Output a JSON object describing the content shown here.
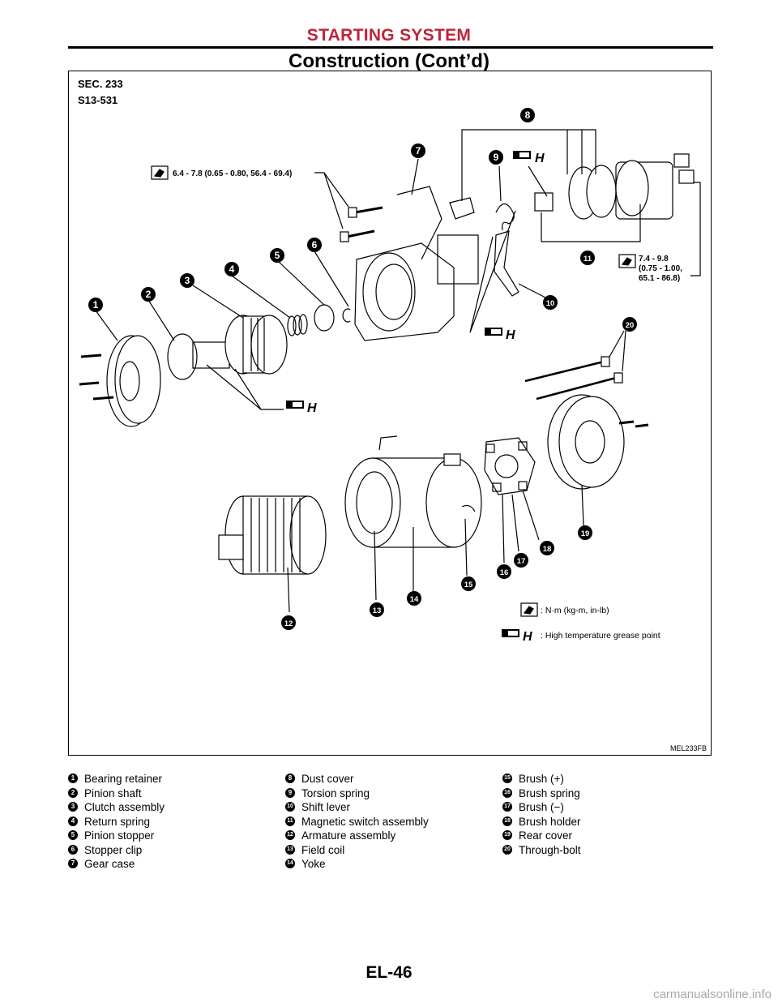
{
  "header": {
    "section": "STARTING SYSTEM",
    "title": "Construction (Cont’d)"
  },
  "figure": {
    "sec": "SEC. 233",
    "ref": "S13-531",
    "code": "MEL233FB",
    "torque_bolts": "6.4 - 7.8 (0.65 - 0.80, 56.4 - 69.4)",
    "torque_switch": [
      "7.4 - 9.8",
      "(0.75 - 1.00,",
      "65.1 - 86.8)"
    ],
    "legend_torque": ": N·m (kg-m, in-lb)",
    "legend_grease": ": High temperature grease point",
    "callouts": [
      "1",
      "2",
      "3",
      "4",
      "5",
      "6",
      "7",
      "8",
      "9",
      "10",
      "11",
      "12",
      "13",
      "14",
      "15",
      "16",
      "17",
      "18",
      "19",
      "20"
    ],
    "grease_letter": "H"
  },
  "parts": [
    {
      "num": "1",
      "name": "Bearing retainer"
    },
    {
      "num": "2",
      "name": "Pinion shaft"
    },
    {
      "num": "3",
      "name": "Clutch assembly"
    },
    {
      "num": "4",
      "name": "Return spring"
    },
    {
      "num": "5",
      "name": "Pinion stopper"
    },
    {
      "num": "6",
      "name": "Stopper clip"
    },
    {
      "num": "7",
      "name": "Gear case"
    },
    {
      "num": "8",
      "name": "Dust cover"
    },
    {
      "num": "9",
      "name": "Torsion spring"
    },
    {
      "num": "10",
      "name": "Shift lever"
    },
    {
      "num": "11",
      "name": "Magnetic switch assembly"
    },
    {
      "num": "12",
      "name": "Armature assembly"
    },
    {
      "num": "13",
      "name": "Field coil"
    },
    {
      "num": "14",
      "name": "Yoke"
    },
    {
      "num": "15",
      "name": "Brush (+)"
    },
    {
      "num": "16",
      "name": "Brush spring"
    },
    {
      "num": "17",
      "name": "Brush (−)"
    },
    {
      "num": "18",
      "name": "Brush holder"
    },
    {
      "num": "19",
      "name": "Rear cover"
    },
    {
      "num": "20",
      "name": "Through-bolt"
    }
  ],
  "footer": {
    "page": "EL-46",
    "watermark": "carmanualsonline.info"
  }
}
